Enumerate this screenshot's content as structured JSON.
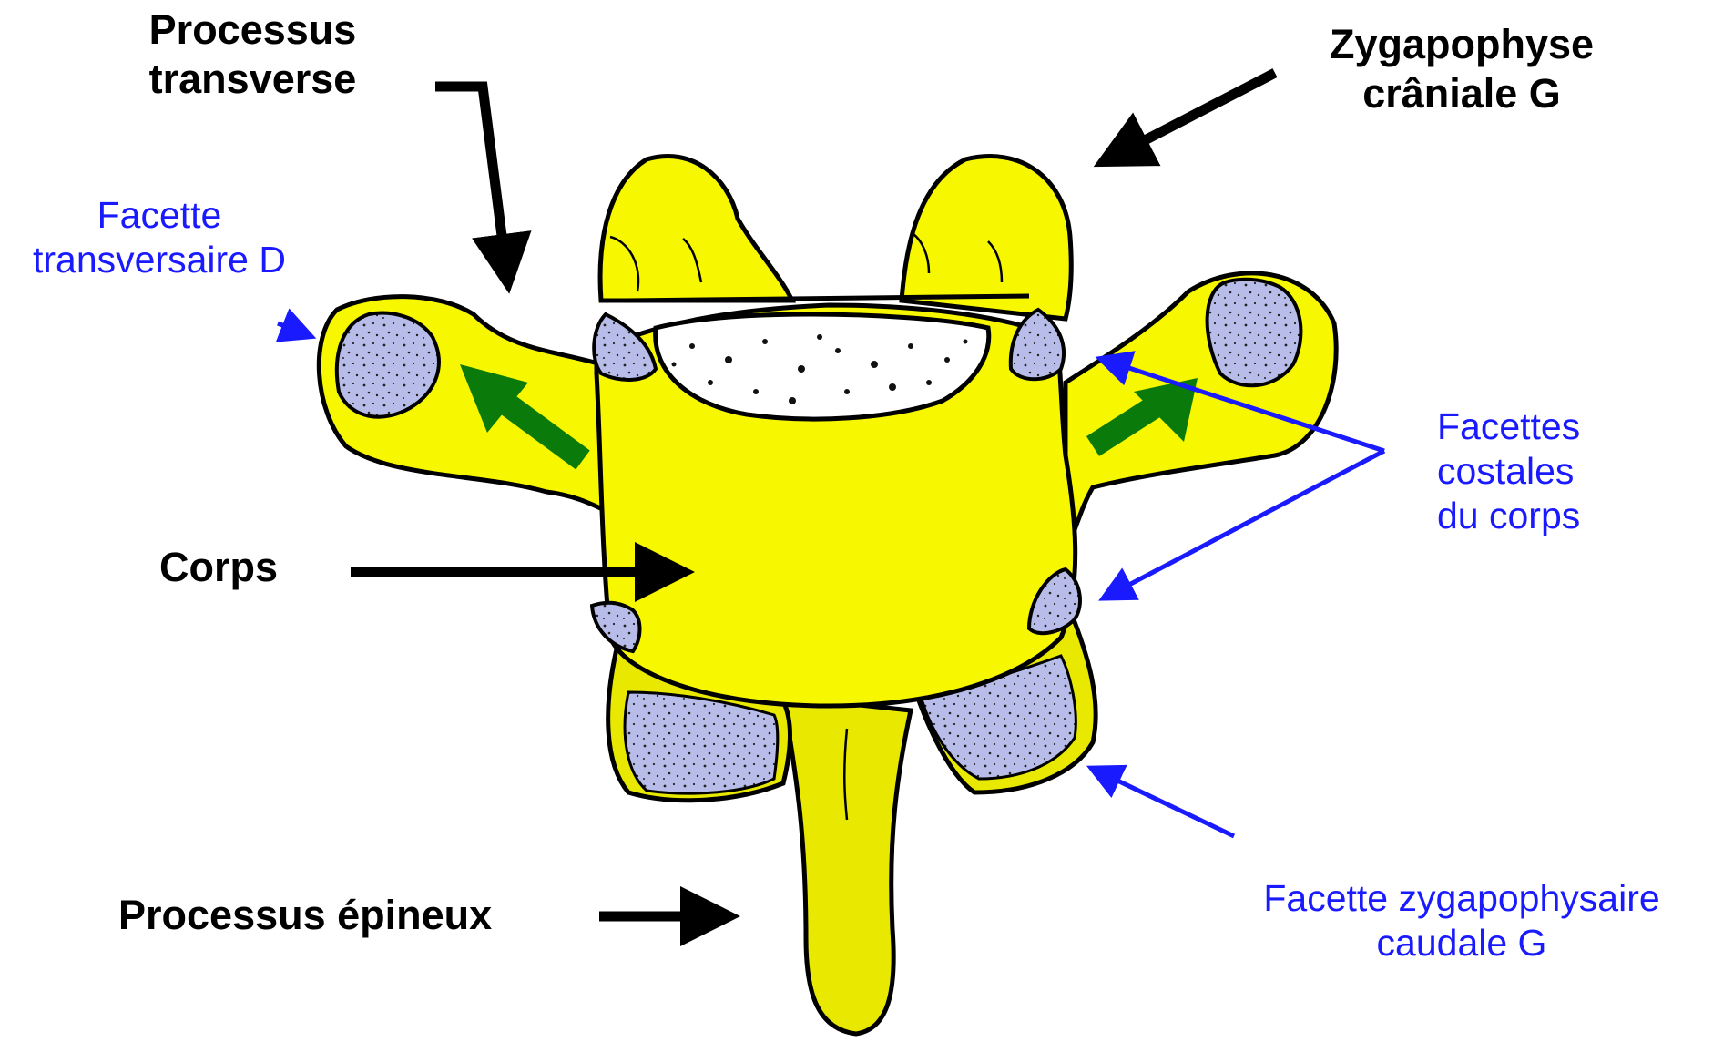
{
  "labels": {
    "processus_transverse": [
      "Processus",
      "transverse"
    ],
    "zygapophyse_craniale": [
      "Zygapophyse",
      "crâniale G"
    ],
    "facette_transversaire": [
      "Facette",
      "transversaire D"
    ],
    "facettes_costales": [
      "Facettes",
      "costales",
      "du corps"
    ],
    "corps": "Corps",
    "processus_epineux": "Processus épineux",
    "facette_zygapophysaire": [
      "Facette zygapophysaire",
      "caudale G"
    ]
  },
  "colors": {
    "bone": "#f7f700",
    "bone_dark": "#d9d900",
    "facet": "#b8bce8",
    "outline": "#000000",
    "label_black": "#000000",
    "label_blue": "#1a1aff",
    "arrow_black": "#000000",
    "arrow_blue": "#1a1aff",
    "arrow_green": "#0a7a0a"
  }
}
